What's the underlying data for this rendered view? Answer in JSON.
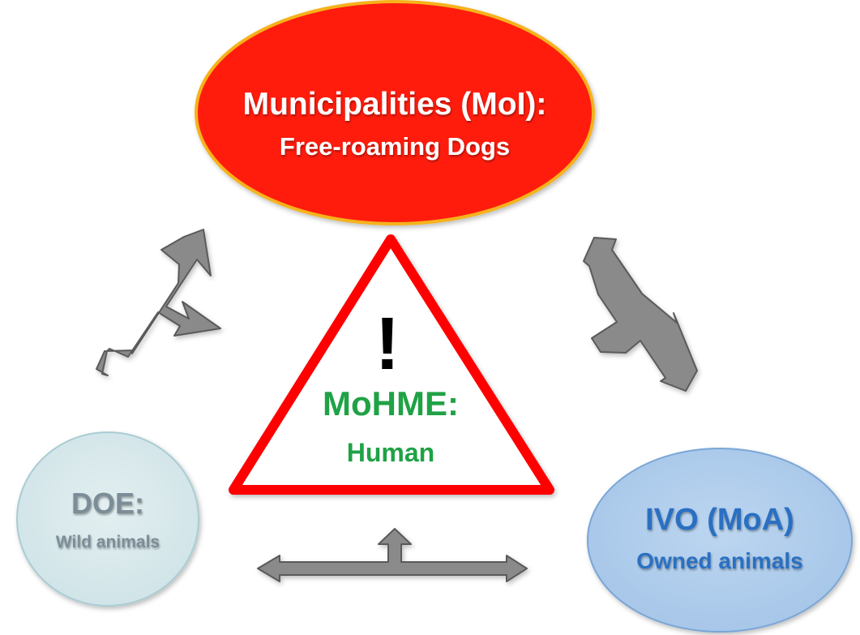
{
  "municipalities": {
    "title": "Municipalities (MoI):",
    "subtitle": "Free-roaming Dogs"
  },
  "mohme": {
    "symbol": "!",
    "title": "MoHME:",
    "subtitle": "Human"
  },
  "doe": {
    "title": "DOE:",
    "subtitle": "Wild animals"
  },
  "ivo": {
    "title": "IVO (MoA)",
    "subtitle": "Owned animals"
  },
  "colors": {
    "municipalities_fill": "#ff1a10",
    "municipalities_stroke": "#f5b21a",
    "warning_red": "#ff0000",
    "mohme_green": "#1fa246",
    "doe_fill": "#d5e7ea",
    "doe_stroke": "#a9cdd3",
    "doe_text": "#7b8d97",
    "ivo_fill": "#aecbeb",
    "ivo_stroke": "#7aa6d6",
    "ivo_text": "#2a6fc2",
    "arrow_fill": "#8a8a8a",
    "arrow_stroke": "#5a5a5a"
  }
}
